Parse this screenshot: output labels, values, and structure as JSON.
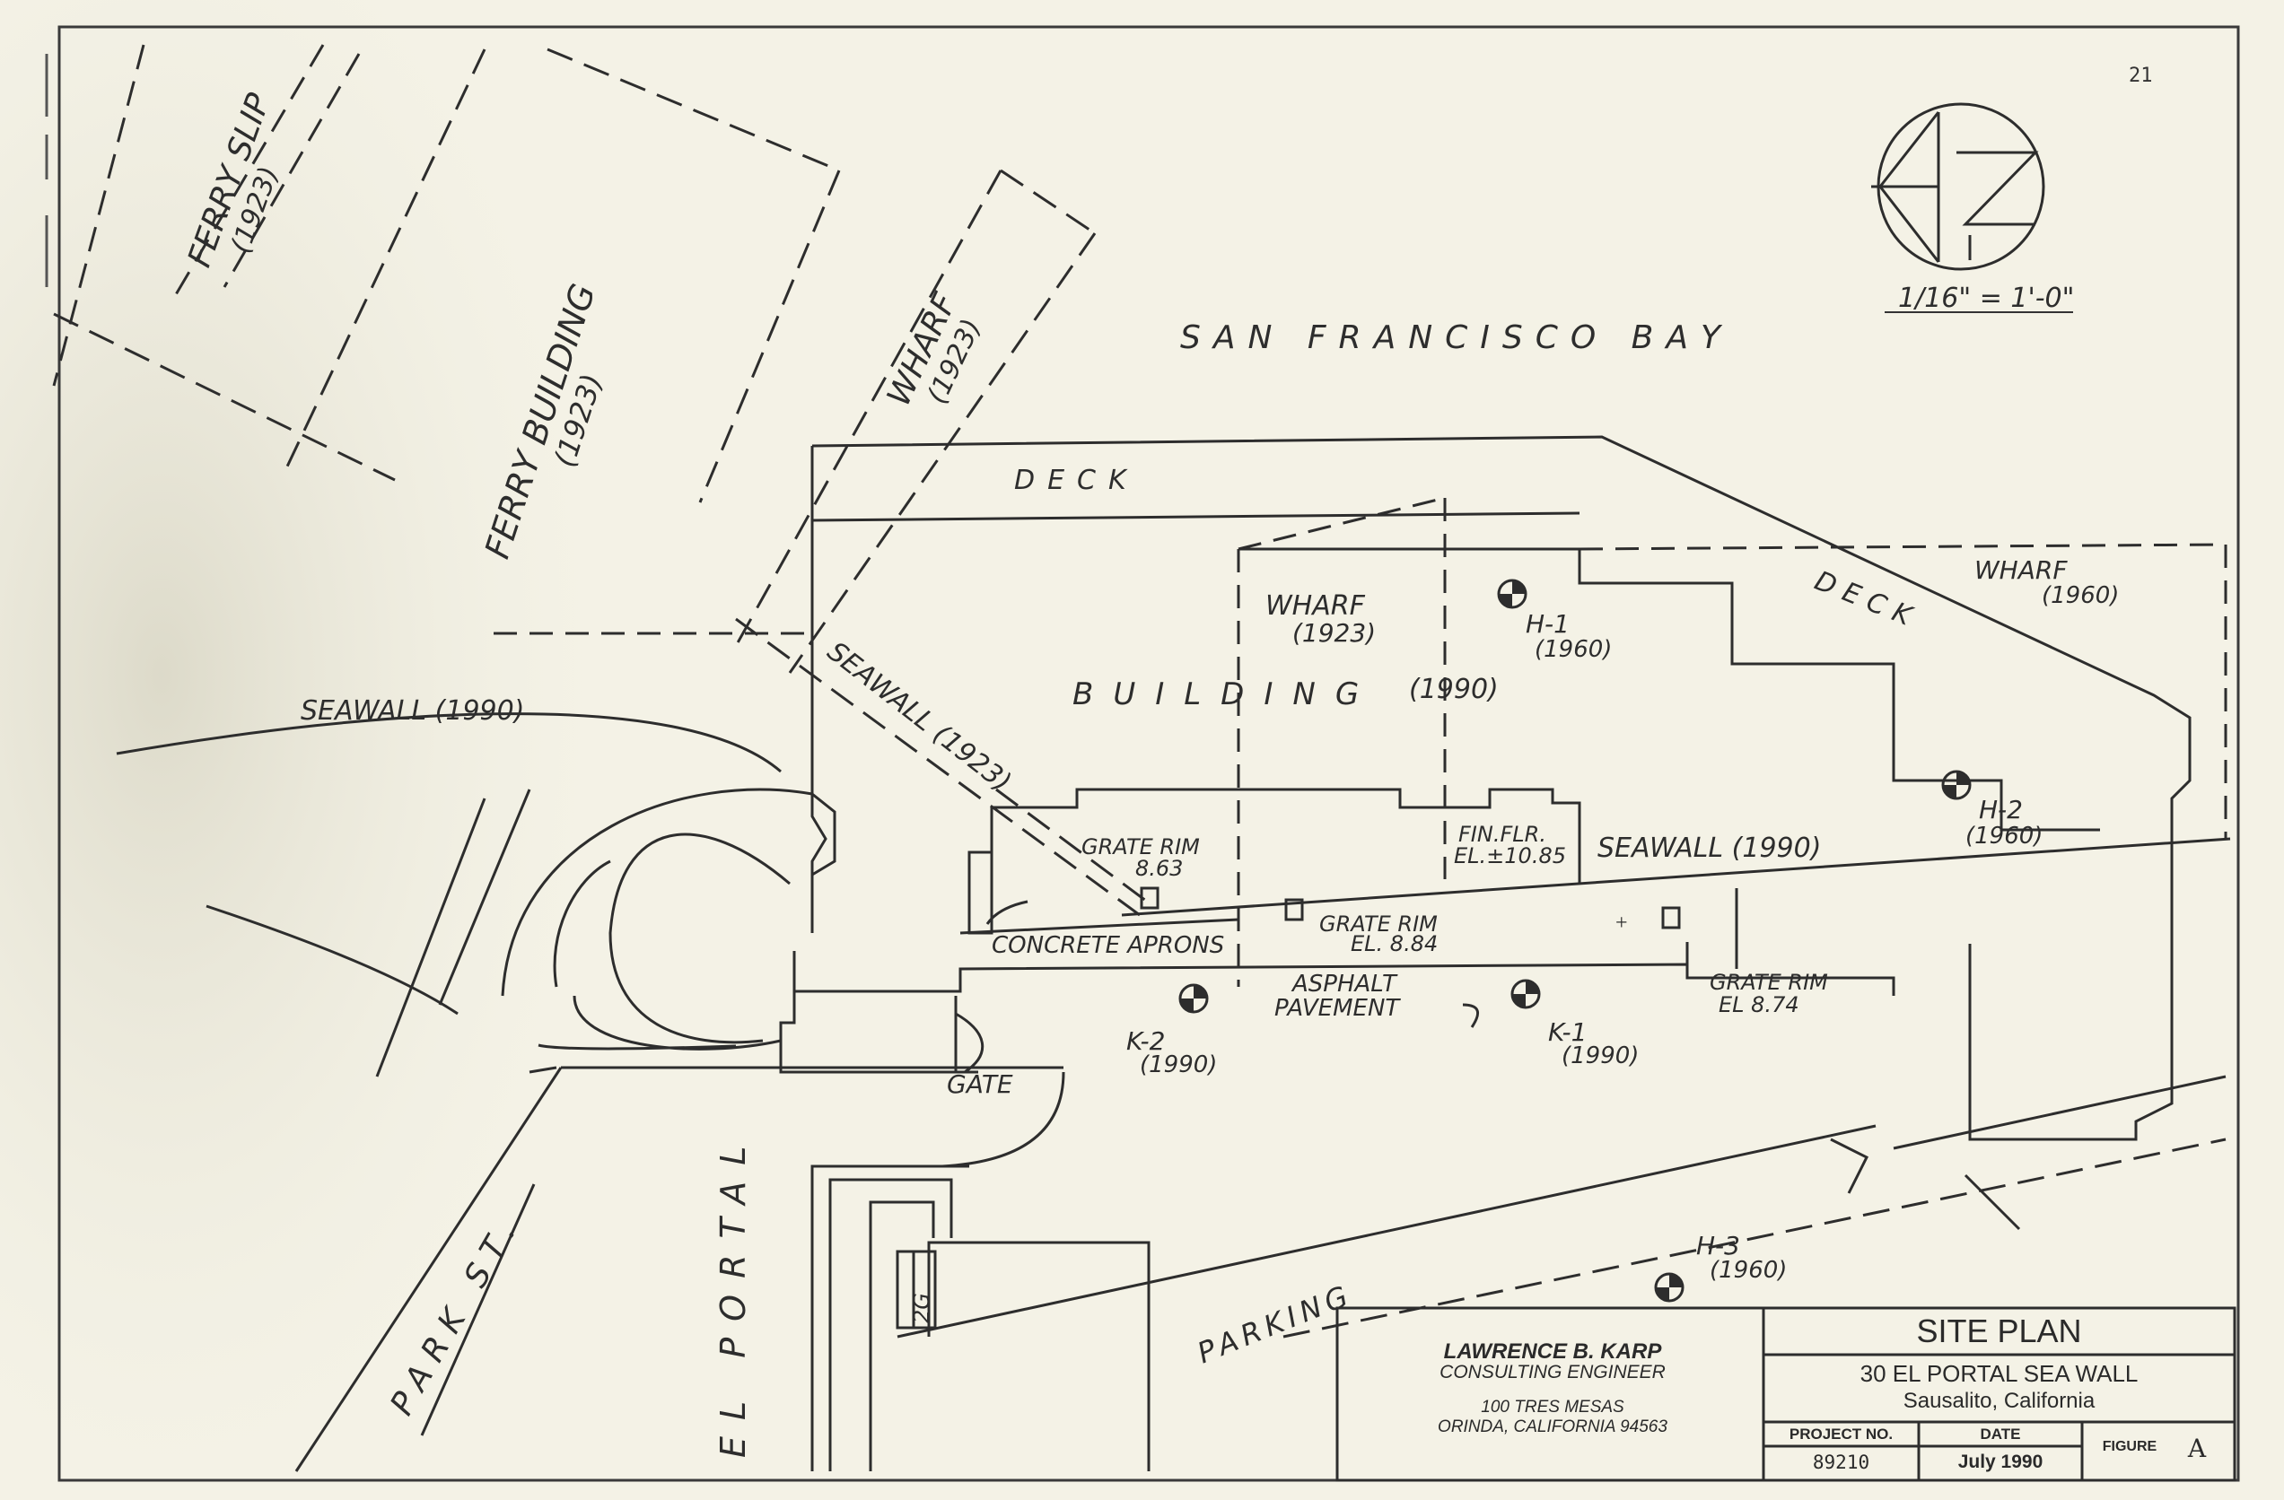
{
  "page_number": "21",
  "scale": "1/16\" = 1'-0\"",
  "labels": {
    "ferry_slip": "FERRY SLIP",
    "ferry_slip_year": "(1923)",
    "ferry_building": "FERRY BUILDING",
    "ferry_building_year": "(1923)",
    "wharf_1923_diag": "WHARF",
    "wharf_1923_diag_year": "(1923)",
    "bay": "SAN FRANCISCO BAY",
    "deck_top": "DECK",
    "wharf_1923": "WHARF",
    "wharf_1923_year": "(1923)",
    "building": "BUILDING",
    "building_year": "(1990)",
    "h1": "H-1",
    "h1_year": "(1960)",
    "deck_right": "DECK",
    "wharf_1960": "WHARF",
    "wharf_1960_year": "(1960)",
    "seawall_1990_left": "SEAWALL (1990)",
    "seawall_1923": "SEAWALL (1923)",
    "grate_rim_1": "GRATE RIM",
    "grate_rim_1_val": "8.63",
    "fin_flr": "FIN.FLR.",
    "fin_flr_el": "EL.±10.85",
    "seawall_1990_right": "SEAWALL (1990)",
    "h2": "H-2",
    "h2_year": "(1960)",
    "grate_rim_2": "GRATE RIM",
    "grate_rim_2_el": "EL. 8.84",
    "concrete_aprons": "CONCRETE APRONS",
    "asphalt": "ASPHALT",
    "pavement": "PAVEMENT",
    "grate_rim_3": "GRATE RIM",
    "grate_rim_3_el": "EL 8.74",
    "k2": "K-2",
    "k2_year": "(1990)",
    "k1": "K-1",
    "k1_year": "(1990)",
    "gate": "GATE",
    "el_portal": "EL PORTAL",
    "park_st": "PARK ST.",
    "parking": "PARKING",
    "h3": "H-3",
    "h3_year": "(1960)",
    "unit_2g": "2G"
  },
  "title_block": {
    "engineer_name": "LAWRENCE B. KARP",
    "engineer_title": "CONSULTING ENGINEER",
    "address_1": "100 TRES MESAS",
    "address_2": "ORINDA, CALIFORNIA 94563",
    "sheet_title": "SITE PLAN",
    "project_title": "30 EL PORTAL SEA WALL",
    "location": "Sausalito, California",
    "project_no_label": "PROJECT NO.",
    "project_no": "89210",
    "date_label": "DATE",
    "date": "July 1990",
    "figure_label": "FIGURE",
    "figure": "A"
  }
}
